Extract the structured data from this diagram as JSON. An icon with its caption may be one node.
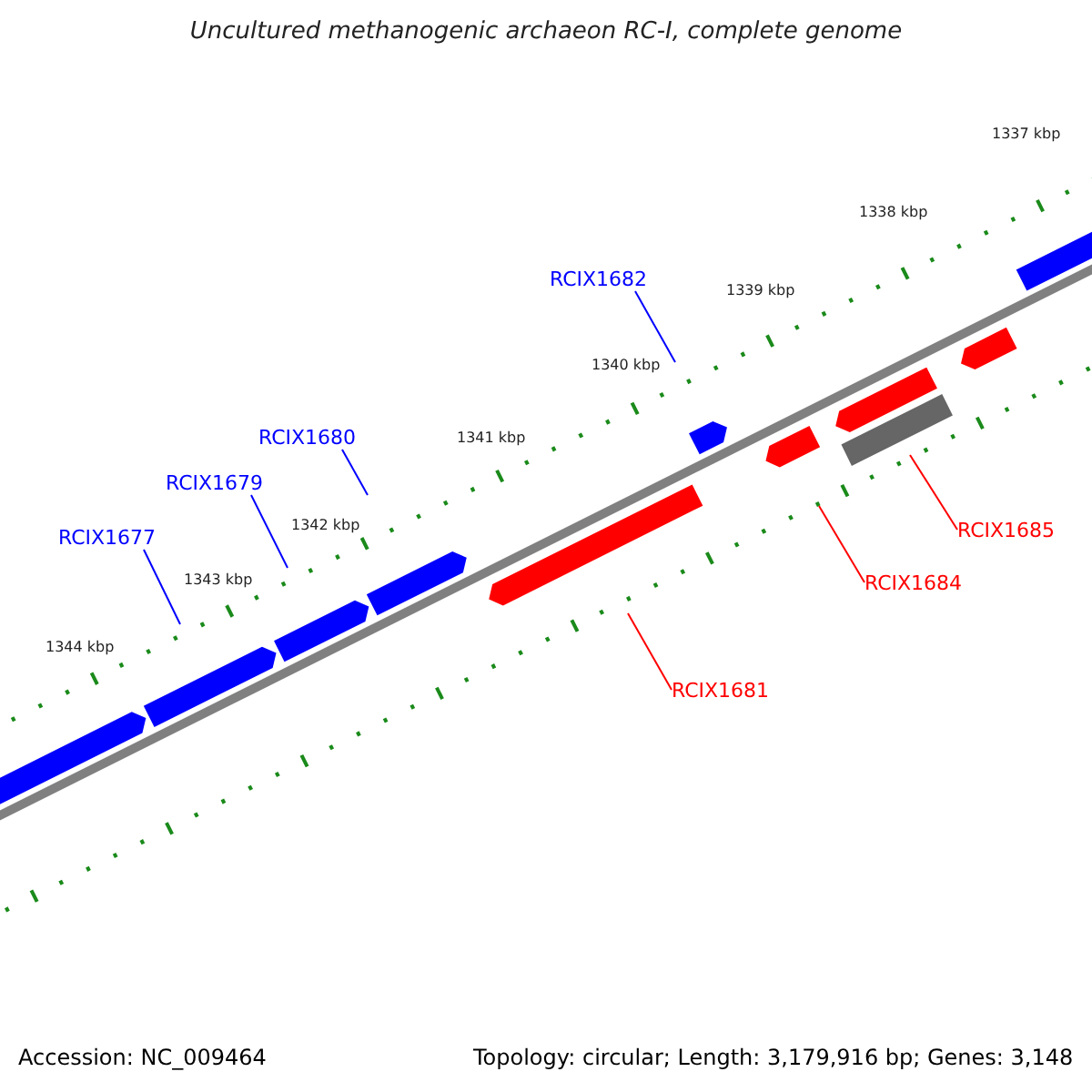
{
  "diagram": {
    "title": "Uncultured methanogenic archaeon RC-I, complete genome",
    "nodes": [
      {
        "text": [
          "RCIX1682"
        ]
      },
      {
        "text": [
          "RCIX1680"
        ]
      },
      {
        "text": [
          "RCIX1679"
        ]
      },
      {
        "text": [
          "RCIX1677"
        ]
      },
      {
        "text": [
          "RCIX1685"
        ]
      },
      {
        "text": [
          "RCIX1684"
        ]
      },
      {
        "text": [
          "RCIX1681"
        ]
      }
    ],
    "edges": [
      {
        "from": 0,
        "to": null,
        "arrow": "none"
      },
      {
        "from": 1,
        "to": null,
        "arrow": "none"
      },
      {
        "from": 2,
        "to": null,
        "arrow": "none"
      },
      {
        "from": 3,
        "to": null,
        "arrow": "none"
      },
      {
        "from": 4,
        "to": null,
        "arrow": "none",
        "color": "#ff0000"
      },
      {
        "from": 5,
        "to": null,
        "arrow": "none",
        "color": "#ff0000"
      },
      {
        "from": 6,
        "to": null,
        "arrow": "none",
        "color": "#ff0000"
      }
    ],
    "labels": [
      "1337 kbp",
      "1338 kbp",
      "1339 kbp",
      "1340 kbp",
      "1341 kbp",
      "1342 kbp",
      "1343 kbp",
      "1344 kbp",
      "Accession: NC_009464",
      "Topology: circular; Length: 3,179,916 bp; Genes: 3,148"
    ]
  }
}
